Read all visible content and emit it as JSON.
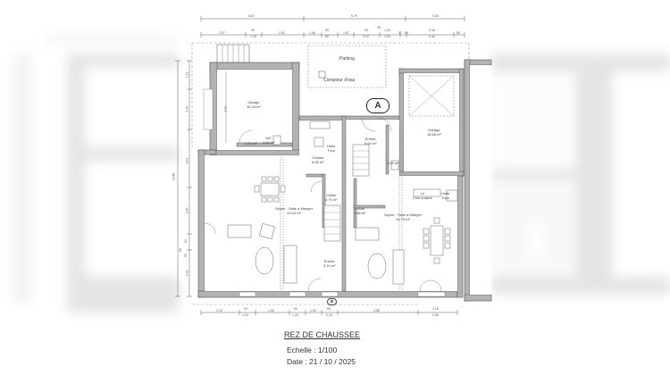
{
  "drawing": {
    "title": "REZ DE CHAUSSEE",
    "scale": "Echelle : 1/100",
    "date": "Date : 21 / 10 / 2025",
    "marker_a": "A",
    "marker_b": "B"
  },
  "exterior": {
    "parking": "Parking",
    "water_meter": "Compteur d'eau"
  },
  "rooms": {
    "garage_left": {
      "name": "Garage",
      "area": "16.28 m²"
    },
    "wc_left": {
      "name": "WC",
      "area": "1.54 m²"
    },
    "closet_left": {
      "area": "1.02 m²"
    },
    "cuisine": {
      "name": "Cuisine",
      "area": "8.95 m²"
    },
    "hotte_four_left": {
      "name": "Hotte\nFour"
    },
    "cellier_left": {
      "name": "Cellier",
      "area": "2.79 m²"
    },
    "sejour_left": {
      "name": "Séjour - Salle à Manger",
      "area": "43.03 m²"
    },
    "entree_left": {
      "name": "Entrée",
      "area": "3.10 m²"
    },
    "entree_right": {
      "name": "Entrée",
      "area": "6.64 m²"
    },
    "wc_right": {
      "area": "1.15 m²"
    },
    "garage_right": {
      "name": "Garage",
      "area": "18.58 m²"
    },
    "cellier_right": {
      "name": "Cellier",
      "area": "1.86 m²"
    },
    "coin_cuisine": {
      "name": "LV\nCoin cuisine"
    },
    "hotte_four_right": {
      "name": "Hotte\nFour"
    },
    "sejour_right": {
      "name": "Séjour - Salle à Manger",
      "area": "34.75 m²"
    }
  },
  "dimensions": {
    "top_overall": [
      "5.67",
      "5.79",
      "3.40"
    ],
    "top_detail": [
      "2.57",
      "90",
      "1.20",
      "2.41",
      "1.06",
      "90",
      "80",
      "1.67",
      "93",
      "2.15",
      "25",
      "1.00",
      "1.20",
      "37",
      "50",
      "2.40",
      "2.44",
      "50"
    ],
    "left_overall": "10.80",
    "left_detail": [
      "1.51",
      "2.40",
      "3.01",
      "2.45",
      "94",
      "80",
      "90",
      "2.03"
    ],
    "left_inner": "4.31",
    "bottom_detail": [
      "2.15",
      "93",
      "1.20",
      "1.95",
      "93",
      "1.20",
      "1.00",
      "93",
      "2.15",
      "4.58",
      "2.18",
      "2.36"
    ]
  }
}
